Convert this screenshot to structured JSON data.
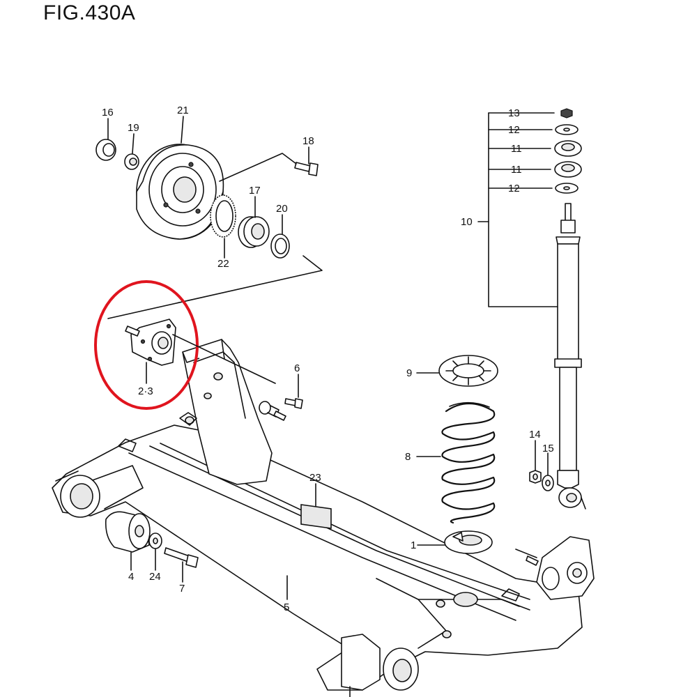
{
  "figure": {
    "title": "FIG.430A"
  },
  "labels": {
    "p16": "16",
    "p21": "21",
    "p19": "19",
    "p18": "18",
    "p17": "17",
    "p20": "20",
    "p22": "22",
    "p13": "13",
    "p12a": "12",
    "p11a": "11",
    "p11b": "11",
    "p12b": "12",
    "p10": "10",
    "p23": "2·3",
    "p6": "6",
    "p9": "9",
    "p8": "8",
    "p14": "14",
    "p15": "15",
    "p1": "1",
    "p23b": "23",
    "p4": "4",
    "p24": "24",
    "p7": "7",
    "p5": "5"
  },
  "colors": {
    "highlight": "#e0141e",
    "line": "#111111"
  }
}
